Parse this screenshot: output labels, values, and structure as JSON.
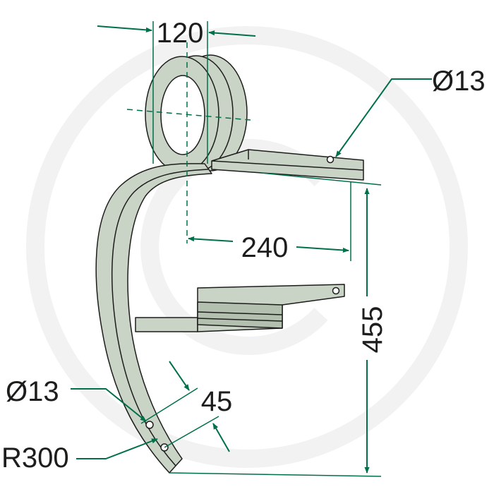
{
  "labels": {
    "coil_width": "120",
    "hole_diameter_top": "Ø13",
    "arm_length": "240",
    "height": "455",
    "hole_spacing": "45",
    "hole_diameter_bottom": "Ø13",
    "radius": "R300"
  },
  "colors": {
    "steel": "#c9d4c6",
    "steel_dark": "#b3c0b0",
    "outline": "#1d1d1b",
    "dimension": "#00704a",
    "watermark": "#f1f2f1"
  }
}
